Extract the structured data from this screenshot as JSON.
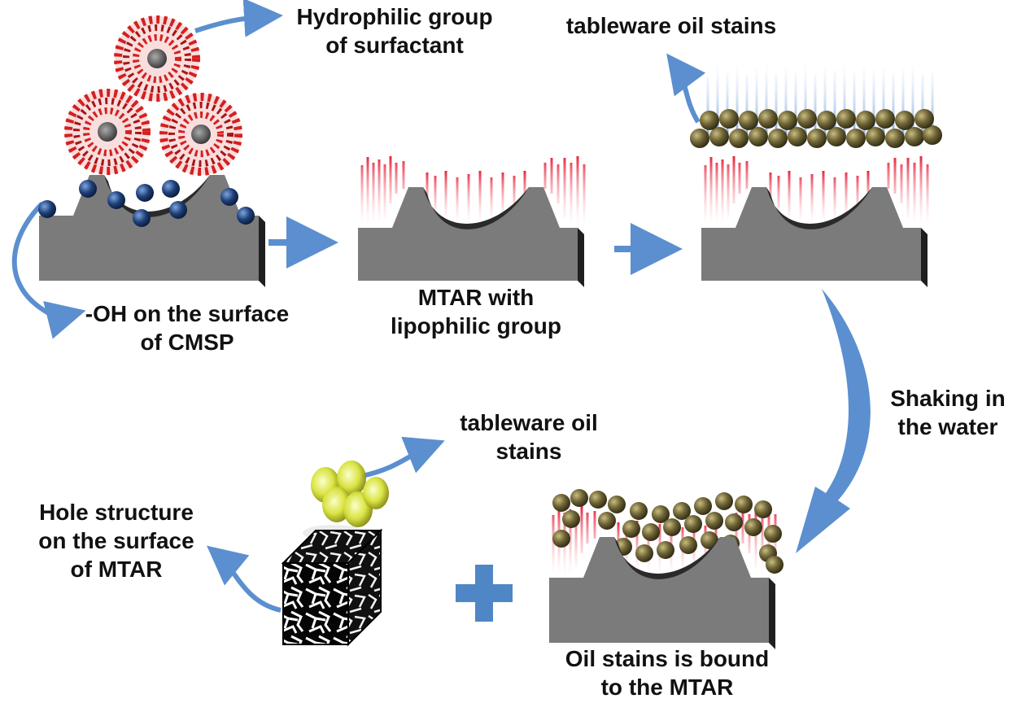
{
  "labels": {
    "hydrophilic": [
      "Hydrophilic group",
      "of surfactant"
    ],
    "oh_surface": [
      "-OH on the surface",
      "of CMSP"
    ],
    "mtar_lipophilic": [
      "MTAR with",
      "lipophilic group"
    ],
    "oil_top": [
      "tableware oil stains"
    ],
    "shaking": [
      "Shaking in",
      "the water"
    ],
    "oil_bottom": [
      "tableware oil",
      "stains"
    ],
    "hole": [
      "Hole structure",
      "on the surface",
      "of MTAR"
    ],
    "bound": [
      "Oil stains is bound",
      "to the MTAR"
    ]
  },
  "colors": {
    "arrow": "#5b8fcf",
    "substrate": "#7b7b7b",
    "substrate_side": "#1f1f1f",
    "oh_ball": "#1d3f78",
    "micelle_head": "#d42020",
    "lipophilic_chain": "#e8243c",
    "oil_ball": "#6e6436",
    "oil_drop": "#d8e23a",
    "plus": "#4f86c6"
  },
  "icons": [
    "micelle-icon",
    "substrate-icon",
    "porous-cube-icon",
    "oil-droplet-icon",
    "plus-icon",
    "arrow-icon"
  ]
}
